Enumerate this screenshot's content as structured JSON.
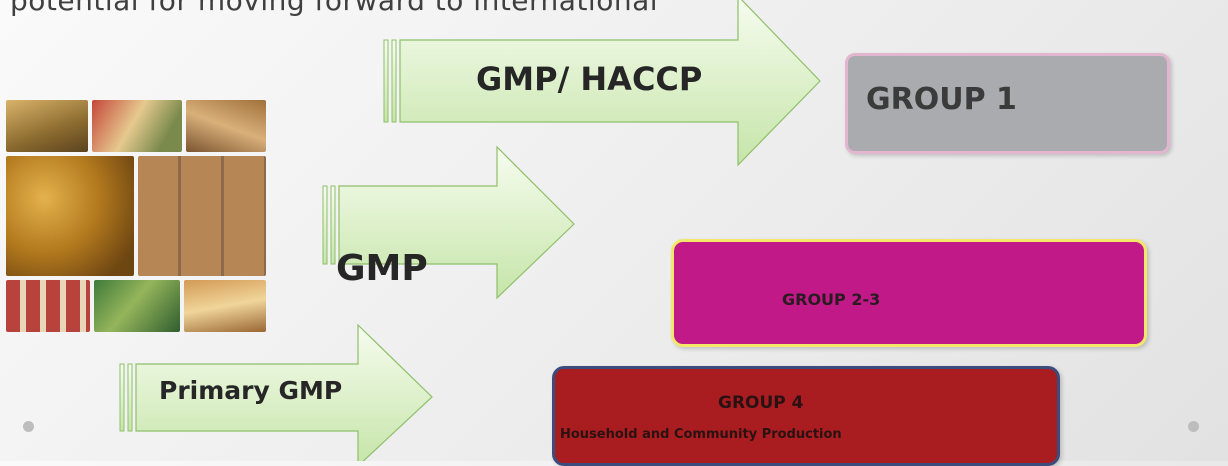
{
  "heading": "potential for moving forward to international",
  "arrows": {
    "top": "GMP/ HACCP",
    "middle": "GMP",
    "bottom": "Primary GMP"
  },
  "groups": {
    "group1": "GROUP 1",
    "group23": "GROUP 2-3",
    "group4_title": "GROUP 4",
    "group4_subtitle": "Household and Community Production"
  },
  "colors": {
    "arrow_fill_start": "#f4fbec",
    "arrow_fill_end": "#c9e7ad",
    "arrow_stroke": "#8fbf6a",
    "group1_fill": "#a9abae",
    "group23_fill": "#c21988",
    "group4_fill": "#a91c20"
  }
}
